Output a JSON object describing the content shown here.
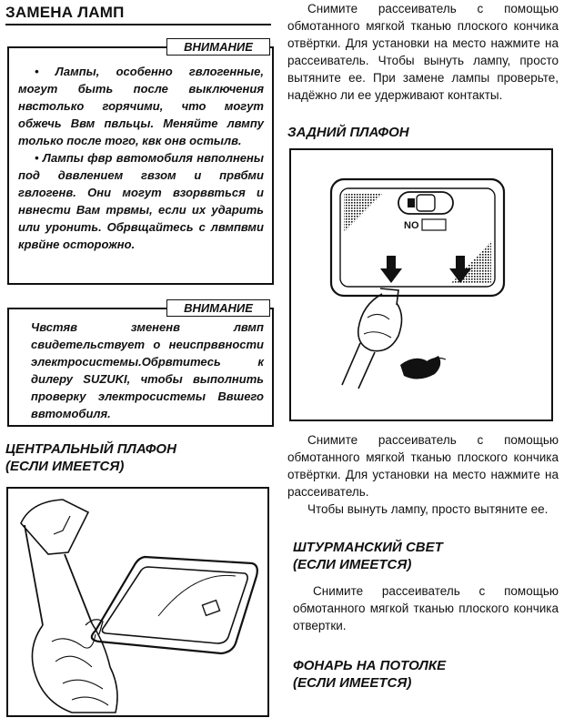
{
  "heading": "ЗАМЕНА ЛАМП",
  "warning1": {
    "label": "ВНИМАНИЕ",
    "paragraphs": [
      "• Лампы, особенно гвлогенные, могут быть после выключения нвстолько горячими, что могут обжечь Ввм пвльцы. Меняйте лвмпу только после того, квк онв остылв.",
      "• Лампы фвр ввтомобиля нвполнены под дввлением гвзом и првбми гвлогенв. Они могут взорввться и нвнести Вам трвмы, если их ударить или уронить. Обрвщайтесь с лвмпвми крвйне осторожно."
    ]
  },
  "warning2": {
    "label": "ВНИМАНИЕ",
    "text": "Чвстяв змененв лвмп свидетельствует о неиспрввности электросистемы.Обрвтитесь к дилеру SUZUKI, чтобы выполнить проверку электросистемы Ввшего ввтомобиля."
  },
  "central_lamp": {
    "title_line1": "ЦЕНТРАЛЬНЫЙ ПЛАФОН",
    "title_line2": "(ЕСЛИ ИМЕЕТСЯ)"
  },
  "top_right_text": "Снимите рассеиватель с помощью обмотанного мягкой тканью плоского кончика отвёртки. Для установки на место нажмите на рассеиватель. Чтобы вынуть лампу, просто вытяните ее. При замене лампы проверьте, надёжно ли ее удерживают контакты.",
  "rear_lamp": {
    "title": "ЗАДНИЙ ПЛАФОН",
    "switch_label": "NO",
    "text1": "Снимите рассеиватель с помощью обмотанного мягкой тканью плоского кончика отвёртки. Для установки на место нажмите на рассеиватель.",
    "text2": "Чтобы вынуть лампу, просто вытяните ее."
  },
  "navigator_light": {
    "title_line1": "ШТУРМАНСКИЙ СВЕТ",
    "title_line2": "(ЕСЛИ ИМЕЕТСЯ)",
    "text": "Снимите рассеиватель с помощью обмотанного мягкой тканью плоского кончика отвертки."
  },
  "ceiling_light": {
    "title_line1": "ФОНАРЬ НА ПОТОЛКЕ",
    "title_line2": "(ЕСЛИ ИМЕЕТСЯ)"
  }
}
